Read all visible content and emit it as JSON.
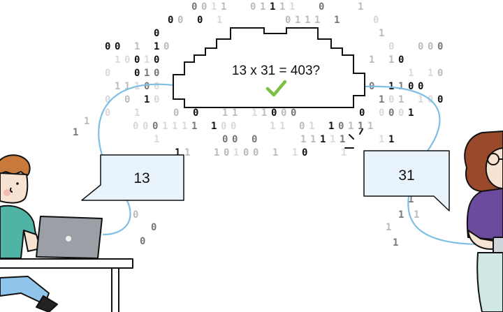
{
  "equation": "13 x 31 = 403?",
  "left_bubble": "13",
  "right_bubble": "31",
  "check_icon": "check-mark-icon",
  "colors": {
    "bubble_fill": "#e9f3fc",
    "wire": "#7fbfe6",
    "check": "#7bc043",
    "ink": "#111111",
    "shirt_left": "#4fb3a5",
    "shirt_right": "#6a4b9e",
    "hair_left": "#c87a3c",
    "hair_right": "#9a4a2a",
    "laptop": "#9aa0a6"
  }
}
